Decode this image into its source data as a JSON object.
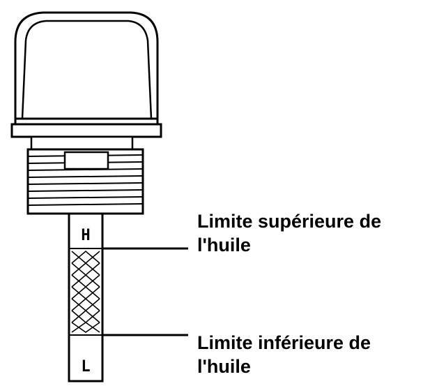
{
  "dipstick": {
    "mark_high": "H",
    "mark_low": "L"
  },
  "callouts": {
    "upper": {
      "line1": "Limite supérieure de",
      "line2": "l'huile"
    },
    "lower": {
      "line1": "Limite inférieure de",
      "line2": "l'huile"
    }
  },
  "colors": {
    "stroke": "#000000",
    "cap_fill": "#ffffff",
    "background": "#ffffff"
  }
}
